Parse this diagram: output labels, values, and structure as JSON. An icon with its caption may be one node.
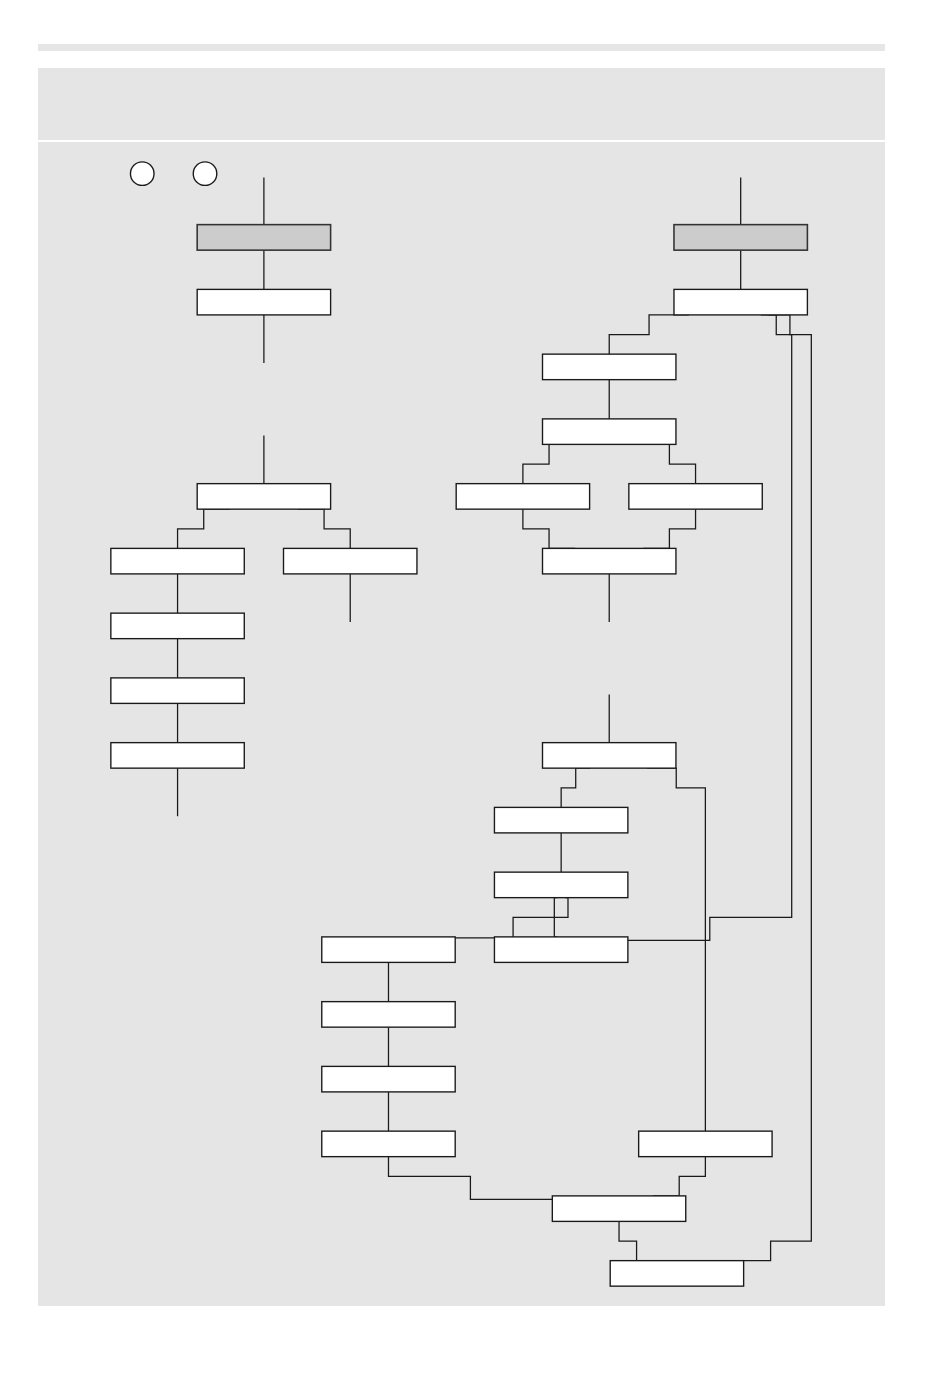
{
  "diagram": {
    "nodes": [
      {
        "text": [],
        "shape": "circle"
      },
      {
        "text": [],
        "shape": "box"
      },
      {
        "text": [],
        "shape": "box"
      },
      {
        "text": [],
        "shape": "box"
      },
      {
        "text": [],
        "shape": "box"
      },
      {
        "text": [],
        "shape": "box"
      },
      {
        "text": [],
        "shape": "box"
      },
      {
        "text": [],
        "shape": "box"
      },
      {
        "text": [],
        "shape": "box"
      },
      {
        "text": [],
        "shape": "box"
      },
      {
        "text": [],
        "shape": "box"
      },
      {
        "text": [],
        "shape": "box"
      },
      {
        "text": [],
        "shape": "box"
      },
      {
        "text": [],
        "shape": "box"
      },
      {
        "text": [],
        "shape": "box"
      },
      {
        "text": [],
        "shape": "box"
      },
      {
        "text": [],
        "shape": "box"
      },
      {
        "text": [],
        "shape": "box"
      },
      {
        "text": [],
        "shape": "box"
      },
      {
        "text": [],
        "shape": "circle"
      },
      {
        "text": [],
        "shape": "box"
      },
      {
        "text": [],
        "shape": "box"
      },
      {
        "text": [],
        "shape": "box"
      },
      {
        "text": [],
        "shape": "box"
      },
      {
        "text": [],
        "shape": "box"
      },
      {
        "text": [],
        "shape": "box"
      },
      {
        "text": [],
        "shape": "box"
      },
      {
        "text": [],
        "shape": "box"
      }
    ],
    "edges": [
      {
        "from": null,
        "to": 1,
        "arrow": "none"
      },
      {
        "from": 1,
        "to": 2,
        "arrow": "none"
      },
      {
        "from": 2,
        "to": 3,
        "arrow": "none"
      },
      {
        "from": 3,
        "to": 4,
        "arrow": "none"
      },
      {
        "from": 4,
        "to": 5,
        "arrow": "none"
      },
      {
        "from": 4,
        "to": 6,
        "arrow": "none"
      },
      {
        "from": 5,
        "to": 7,
        "arrow": "none"
      },
      {
        "from": 6,
        "to": 7,
        "arrow": "none"
      },
      {
        "from": 7,
        "to": null,
        "arrow": "none"
      },
      {
        "from": null,
        "to": 8,
        "arrow": "none"
      },
      {
        "from": 8,
        "to": 9,
        "arrow": "none"
      },
      {
        "from": 8,
        "to": 10,
        "arrow": "none"
      },
      {
        "from": 9,
        "to": 11,
        "arrow": "none"
      },
      {
        "from": 11,
        "to": 12,
        "arrow": "none"
      },
      {
        "from": 11,
        "to": 13,
        "arrow": "none"
      },
      {
        "from": 13,
        "to": 14,
        "arrow": "none"
      },
      {
        "from": 14,
        "to": 15,
        "arrow": "none"
      },
      {
        "from": 15,
        "to": 16,
        "arrow": "none"
      },
      {
        "from": 16,
        "to": 17,
        "arrow": "none"
      },
      {
        "from": 10,
        "to": 17,
        "arrow": "none"
      },
      {
        "from": 17,
        "to": 18,
        "arrow": "none"
      },
      {
        "from": 12,
        "to": 2,
        "arrow": "none"
      },
      {
        "from": 18,
        "to": 2,
        "arrow": "none"
      },
      {
        "from": null,
        "to": 20,
        "arrow": "none"
      },
      {
        "from": 20,
        "to": 21,
        "arrow": "none"
      },
      {
        "from": 21,
        "to": null,
        "arrow": "none"
      },
      {
        "from": null,
        "to": 22,
        "arrow": "none"
      },
      {
        "from": 22,
        "to": 23,
        "arrow": "none"
      },
      {
        "from": 22,
        "to": 24,
        "arrow": "none"
      },
      {
        "from": 23,
        "to": 25,
        "arrow": "none"
      },
      {
        "from": 25,
        "to": 26,
        "arrow": "none"
      },
      {
        "from": 26,
        "to": 27,
        "arrow": "none"
      },
      {
        "from": 27,
        "to": null,
        "arrow": "none"
      },
      {
        "from": 24,
        "to": null,
        "arrow": "none"
      }
    ]
  }
}
